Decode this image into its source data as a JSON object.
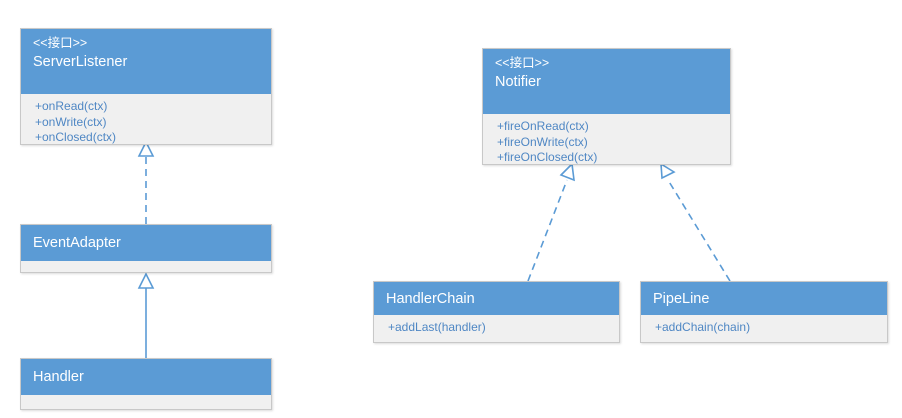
{
  "diagram": {
    "title": "UML class diagram",
    "accent_color": "#5b9bd5",
    "body_color": "#f0f0f0",
    "member_text_color": "#4f87c4",
    "background": "#ffffff"
  },
  "classes": [
    {
      "id": "server-listener",
      "stereotype": "<<接口>>",
      "name": "ServerListener",
      "members": [
        "+onRead(ctx)",
        "+onWrite(ctx)",
        "+onClosed(ctx)"
      ]
    },
    {
      "id": "event-adapter",
      "stereotype": "",
      "name": "EventAdapter",
      "members": []
    },
    {
      "id": "handler",
      "stereotype": "",
      "name": "Handler",
      "members": []
    },
    {
      "id": "notifier",
      "stereotype": "<<接口>>",
      "name": "Notifier",
      "members": [
        "+fireOnRead(ctx)",
        "+fireOnWrite(ctx)",
        "+fireOnClosed(ctx)"
      ]
    },
    {
      "id": "handler-chain",
      "stereotype": "",
      "name": "HandlerChain",
      "members": [
        "+addLast(handler)"
      ]
    },
    {
      "id": "pipeline",
      "stereotype": "",
      "name": "PipeLine",
      "members": [
        "+addChain(chain)"
      ]
    }
  ],
  "relations": [
    {
      "id": "rel-eventadapter-serverlistener",
      "type": "realization",
      "style": "dashed",
      "from": "EventAdapter",
      "to": "ServerListener"
    },
    {
      "id": "rel-handler-eventadapter",
      "type": "generalization",
      "style": "solid",
      "from": "Handler",
      "to": "EventAdapter"
    },
    {
      "id": "rel-handlerchain-notifier",
      "type": "realization",
      "style": "dashed",
      "from": "HandlerChain",
      "to": "Notifier"
    },
    {
      "id": "rel-pipeline-notifier",
      "type": "realization",
      "style": "dashed",
      "from": "PipeLine",
      "to": "Notifier"
    }
  ]
}
